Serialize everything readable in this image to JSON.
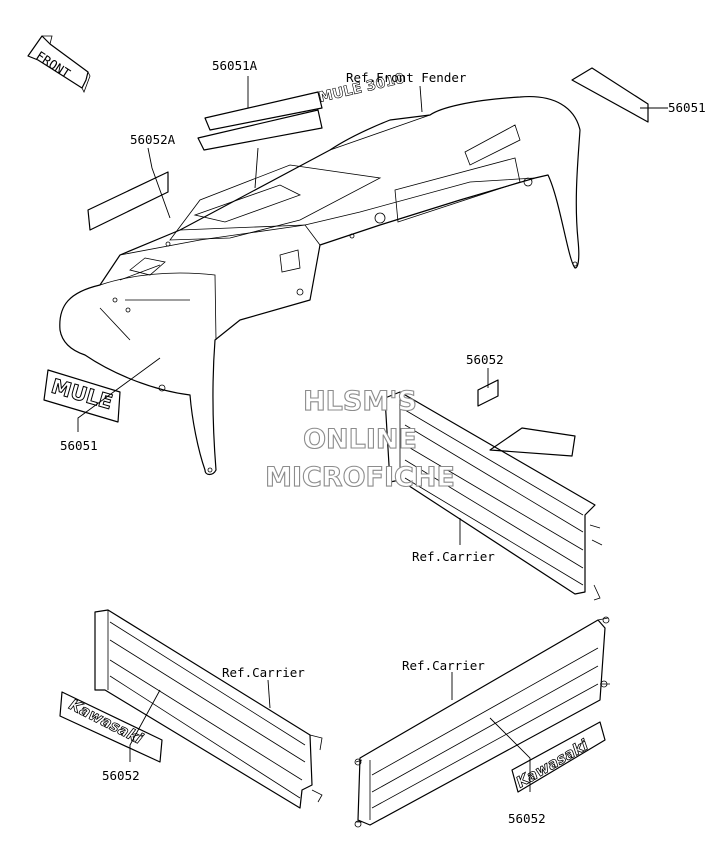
{
  "labels": {
    "front": "FRONT",
    "part_56051A": "56051A",
    "ref_front_fender": "Ref.Front Fender",
    "part_56051_right": "56051",
    "part_56052A": "56052A",
    "part_56051_left": "56051",
    "part_56052_top": "56052",
    "ref_carrier_top": "Ref.Carrier",
    "ref_carrier_left": "Ref.Carrier",
    "ref_carrier_right": "Ref.Carrier",
    "part_56052_left": "56052",
    "part_56052_right": "56052"
  },
  "decals": {
    "mule_badge": "MULE",
    "kawasaki_left": "Kawasaki",
    "kawasaki_right": "Kawasaki",
    "mule_3010_badge": "MULE 3010"
  },
  "watermark": {
    "line1": "HLSM'S",
    "line2": "ONLINE",
    "line3": "MICROFICHE"
  }
}
